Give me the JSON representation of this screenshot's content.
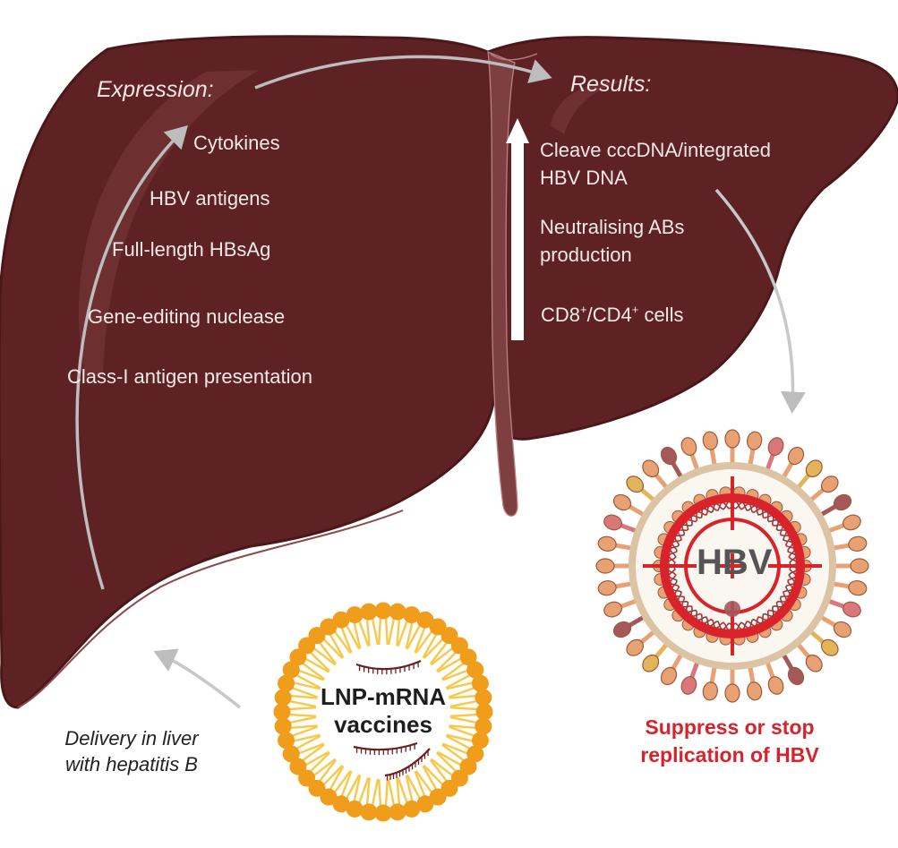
{
  "figure": {
    "liver": {
      "expression": {
        "heading": "Expression:",
        "items": [
          "Cytokines",
          "HBV antigens",
          "Full-length HBsAg",
          "Gene-editing nuclease",
          "Class-I antigen presentation"
        ]
      },
      "results": {
        "heading": "Results:",
        "items": [
          {
            "line1": "Cleave cccDNA/integrated",
            "line2": "HBV DNA"
          },
          {
            "line1": "Neutralising ABs",
            "line2": "production"
          },
          {
            "cd8": "CD8",
            "sup1": "+",
            "sep": "/CD4",
            "sup2": "+",
            "tail": " cells"
          }
        ]
      }
    },
    "lnp": {
      "line1": "LNP-mRNA",
      "line2": "vaccines"
    },
    "delivery_caption": {
      "line1": "Delivery in liver",
      "line2": "with hepatitis B"
    },
    "hbv": {
      "label": "HBV",
      "caption_line1": "Suppress or stop",
      "caption_line2": "replication of HBV"
    },
    "colors": {
      "liver": "#5e2224",
      "liver_dark": "#4a1819",
      "liver_highlight": "#7a3a3b",
      "arrow_grey": "#bdbdbd",
      "lnp_head": "#ef9d1a",
      "lnp_tail": "#f6c94a",
      "target_red": "#d8232a",
      "spike_orange": "#e8a172",
      "spike_pink": "#d9777a",
      "spike_mauve": "#a5585a",
      "spike_gold": "#e2b55a",
      "envelope": "#dcc3a4"
    }
  }
}
